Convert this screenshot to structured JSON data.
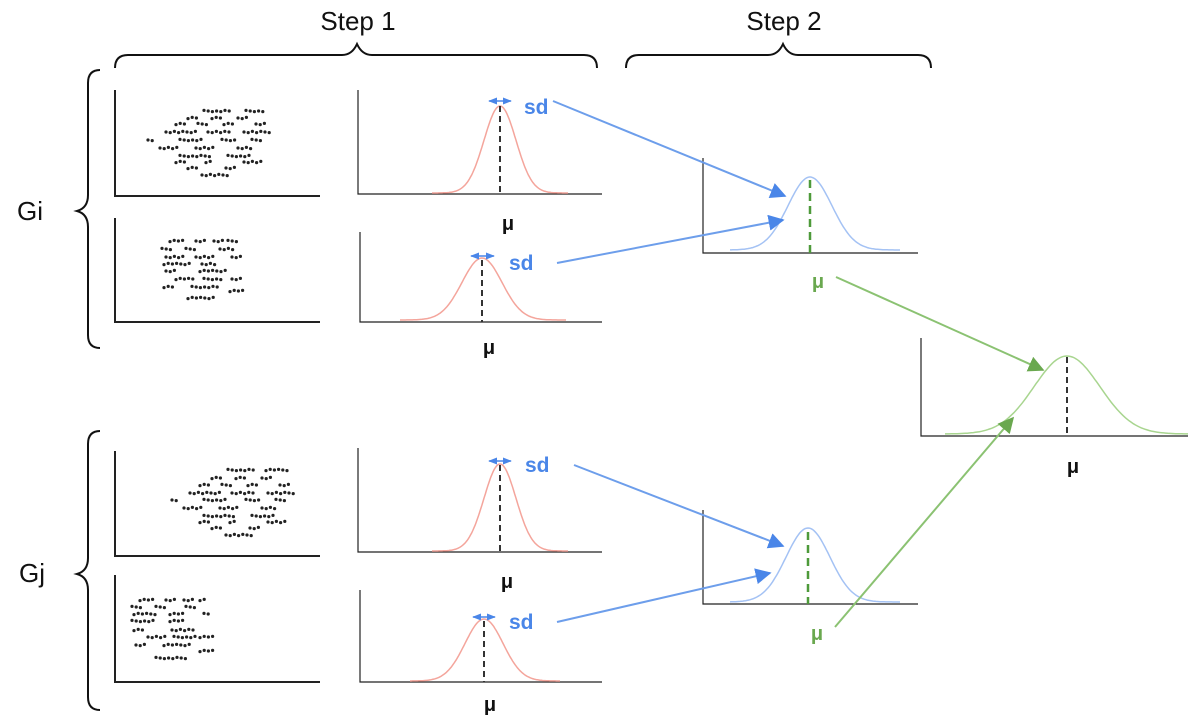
{
  "steps": {
    "step1": "Step 1",
    "step2": "Step 2"
  },
  "groups": {
    "gi": "Gi",
    "gj": "Gj"
  },
  "labels": {
    "mu": "μ",
    "sd": "sd"
  },
  "colors": {
    "ink": "#111111",
    "scatter_dots": "#222222",
    "step1_curve": "#f4a59c",
    "sd_blue": "#4a86e8",
    "step2_curve": "#a4c2f4",
    "step2_mean_green": "#4e9a3a",
    "mu_green": "#6aa84f",
    "final_curve": "#a8d58f",
    "mean_line_dark": "#333333"
  },
  "icons": {
    "sd_marker": "double-headed-arrow-icon"
  }
}
